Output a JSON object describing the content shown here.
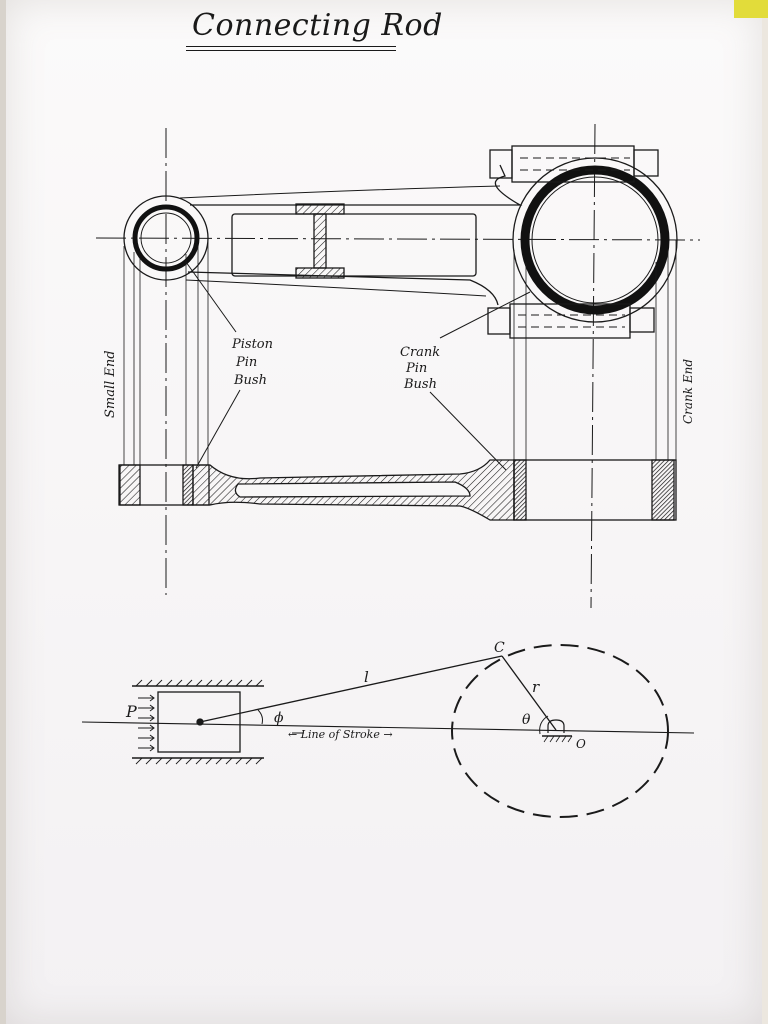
{
  "title": "Connecting Rod",
  "labels": {
    "piston_pin_bush": [
      "Piston",
      "Pin",
      "Bush"
    ],
    "crank_pin_bush": [
      "Crank",
      "Pin",
      "Bush"
    ],
    "small_end": "Small End",
    "crank_end": "Crank End"
  },
  "mechanism": {
    "piston_force": "P",
    "rod_length": "l",
    "crank_radius": "r",
    "rod_angle": "ϕ",
    "crank_angle": "θ",
    "crank_pin": "C",
    "crank_centre": "O",
    "line_of_stroke": "← Line of Stroke →"
  },
  "colors": {
    "ink": "#1a1a1a",
    "paper": "#f8f7f7"
  }
}
